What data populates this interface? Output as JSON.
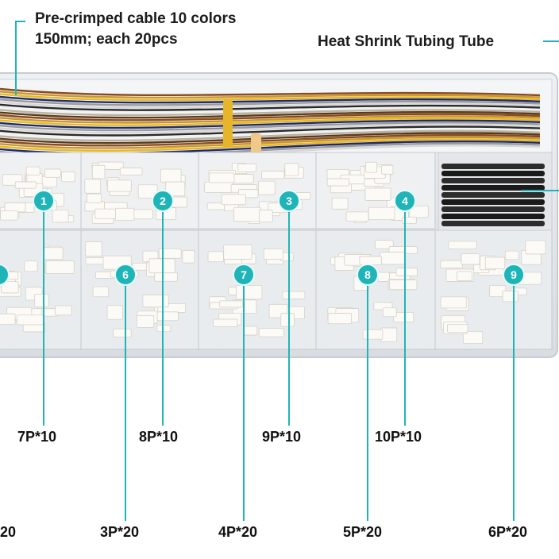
{
  "captions": {
    "cable_line1": "Pre-crimped cable 10 colors",
    "cable_line2": "150mm; each 20pcs",
    "heat_shrink": "Heat Shrink Tubing Tube"
  },
  "callouts": [
    {
      "num": "1",
      "label": "7P*10"
    },
    {
      "num": "2",
      "label": "8P*10"
    },
    {
      "num": "3",
      "label": "9P*10"
    },
    {
      "num": "4",
      "label": "10P*10"
    },
    {
      "num": "6",
      "label": "3P*20"
    },
    {
      "num": "7",
      "label": "4P*20"
    },
    {
      "num": "8",
      "label": "5P*20"
    },
    {
      "num": "9",
      "label": "6P*20"
    }
  ],
  "partial_label_left": "20",
  "accent_color": "#1fb5b8",
  "wire_colors": [
    "#8a4a1e",
    "#c9962d",
    "#e8b923",
    "#1f2a6b",
    "#9a9a9a",
    "#d8d8d8",
    "#2a2a2a",
    "#f2f2f2",
    "#b9b2a0",
    "#5a3a1a"
  ]
}
